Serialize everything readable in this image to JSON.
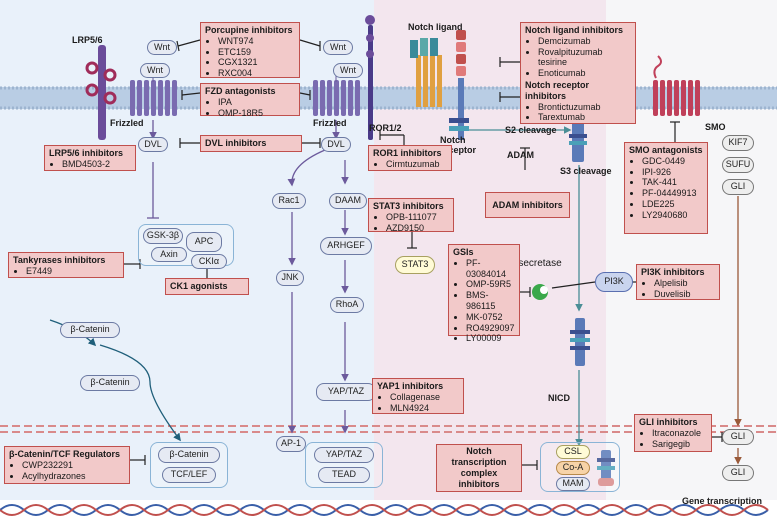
{
  "receptors": {
    "lrp56": "LRP5/6",
    "frizzled_left": "Frizzled",
    "frizzled_right": "Frizzled",
    "ror12": "ROR1/2",
    "notch_ligand": "Notch ligand",
    "notch_receptor": "Notch receptor",
    "smo": "SMO",
    "wnt": "Wnt"
  },
  "nodes": {
    "dvl": "DVL",
    "gsk3b": "GSK-3β",
    "apc": "APC",
    "axin": "Axin",
    "ck1a": "CKIα",
    "rac1": "Rac1",
    "jnk": "JNK",
    "ap1": "AP-1",
    "daam": "DAAM",
    "arhgef": "ARHGEF",
    "rhoa": "RhoA",
    "yaptaz": "YAP/TAZ",
    "tead": "TEAD",
    "bcatenin": "β-Catenin",
    "tcflef": "TCF/LEF",
    "stat3": "STAT3",
    "adam": "ADAM",
    "s2": "S2 cleavage",
    "s3": "S3 cleavage",
    "gamma": "γ-secretase",
    "pi3k": "PI3K",
    "nicd": "NICD",
    "csl": "CSL",
    "coa": "Co-A",
    "mam": "MAM",
    "kif7": "KIF7",
    "sufu": "SUFU",
    "gli": "GLI",
    "gene_transcription": "Gene transcription"
  },
  "inhibitors": {
    "porcupine": {
      "title": "Porcupine inhibitors",
      "items": [
        "WNT974",
        "ETC159",
        "CGX1321",
        "RXC004"
      ]
    },
    "fzd": {
      "title": "FZD antagonists",
      "items": [
        "IPA",
        "OMP-18R5"
      ]
    },
    "lrp56": {
      "title": "LRP5/6 inhibitors",
      "items": [
        "BMD4503-2"
      ]
    },
    "dvl": {
      "title": "DVL inhibitors",
      "items": []
    },
    "tankyrases": {
      "title": "Tankyrases inhibitors",
      "items": [
        "E7449"
      ]
    },
    "ck1": {
      "title": "CK1 agonists",
      "items": []
    },
    "ror1": {
      "title": "ROR1 inhibitors",
      "items": [
        "Cirmtuzumab"
      ]
    },
    "stat3": {
      "title": "STAT3 inhibitors",
      "items": [
        "OPB-111077",
        "AZD9150"
      ]
    },
    "notch_ligand": {
      "title": "Notch ligand inhibitors",
      "items": [
        "Demcizumab",
        "Rovalpituzumab tesirine",
        "Enoticumab"
      ]
    },
    "notch_receptor": {
      "title": "Notch receptor inhibitors",
      "items": [
        "Brontictuzumab",
        "Tarextumab"
      ]
    },
    "adam": {
      "title": "ADAM inhibitors",
      "items": []
    },
    "gsi": {
      "title": "GSIs",
      "items": [
        "PF-03084014",
        "OMP-59R5",
        "BMS-986115",
        "MK-0752",
        "RO4929097",
        "LY00009"
      ]
    },
    "pi3k": {
      "title": "PI3K inhibitors",
      "items": [
        "Alpelisib",
        "Duvelisib"
      ]
    },
    "smo": {
      "title": "SMO antagonists",
      "items": [
        "GDC-0449",
        "IPI-926",
        "TAK-441",
        "PF-04449913",
        "LDE225",
        "LY2940680"
      ]
    },
    "yap1": {
      "title": "YAP1 inhibitors",
      "items": [
        "Collagenase",
        "MLN4924"
      ]
    },
    "bcat_tcf": {
      "title": "β-Catenin/TCF Regulators",
      "items": [
        "CWP232291",
        "Acylhydrazones"
      ]
    },
    "notch_tc": {
      "title": "Notch transcription complex inhibitors",
      "items": []
    },
    "gli": {
      "title": "GLI inhibitors",
      "items": [
        "Itraconazole",
        "Sarigegib"
      ]
    }
  },
  "colors": {
    "box_fill": "#f2c9c9",
    "box_border": "#c0504d",
    "wnt_bg": "#e9f1fa",
    "notch_bg": "#f3e6ee",
    "node_fill": "#e6eaf3",
    "arrow": "#6c5a9c"
  }
}
